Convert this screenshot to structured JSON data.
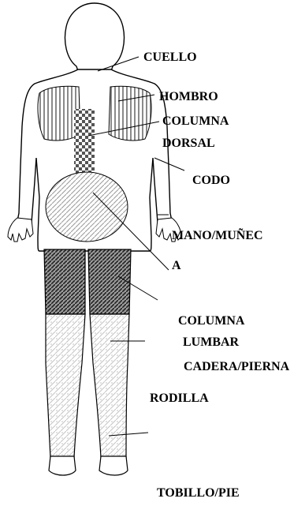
{
  "labels": {
    "neck": "CUELLO",
    "shoulder": "HOMBRO",
    "dorsal_line1": "COLUMNA",
    "dorsal_line2": "DORSAL",
    "elbow": "CODO",
    "hand_line1": "MANO/MUÑEC",
    "hand_line2": "A",
    "lumbar_line1": "COLUMNA",
    "lumbar_line2": "LUMBAR",
    "hip": "CADERA/PIERNA",
    "knee": "RODILLA",
    "ankle": "TOBILLO/PIE"
  }
}
